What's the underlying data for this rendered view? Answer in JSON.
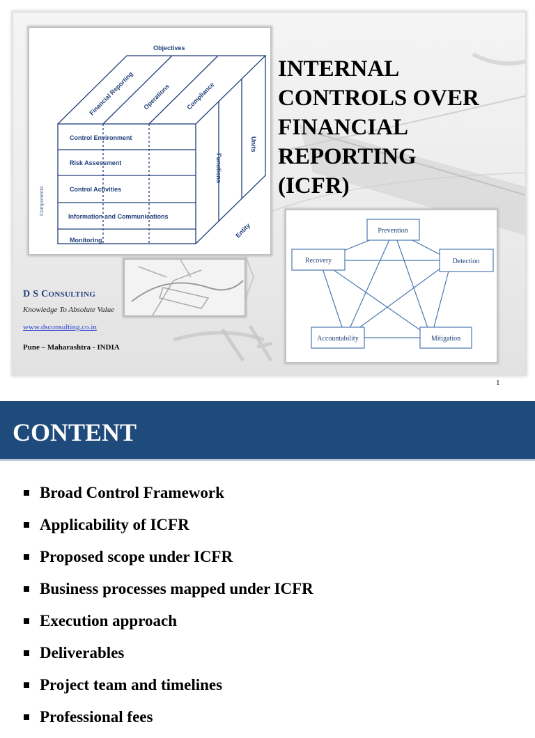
{
  "slide1": {
    "title": "INTERNAL\nCONTROLS OVER\nFINANCIAL\nREPORTING\n(ICFR)",
    "cube": {
      "objectives_label": "Objectives",
      "top_columns": [
        "Financial Reporting",
        "Operations",
        "Compliance"
      ],
      "components_label": "Components",
      "rows": [
        "Control Environment",
        "Risk Assessment",
        "Control Activities",
        "Information and Communications",
        "Monitoring"
      ],
      "side_labels": {
        "units": "Units",
        "functions": "Functions",
        "entity": "Entity"
      }
    },
    "cycle": {
      "nodes": [
        "Prevention",
        "Detection",
        "Mitigation",
        "Accountability",
        "Recovery"
      ]
    },
    "company": {
      "name_prefix": "D S C",
      "name_smallcaps": "ONSULTING",
      "tagline": "Knowledge To Absolute Value",
      "website": "www.dsconsulting.co.in",
      "location": "Pune – Maharashtra - INDIA"
    },
    "page_number": "1",
    "colors": {
      "cube_blue": "#1f3f7a",
      "cycle_blue": "#4a78b0",
      "company_blue": "#1f3f7a"
    }
  },
  "slide2": {
    "heading": "CONTENT",
    "header_color": "#1f4a7c",
    "items": [
      "Broad Control Framework",
      "Applicability of ICFR",
      "Proposed scope under ICFR",
      "Business processes mapped under ICFR",
      "Execution approach",
      "Deliverables",
      "Project team and timelines",
      "Professional fees"
    ]
  }
}
